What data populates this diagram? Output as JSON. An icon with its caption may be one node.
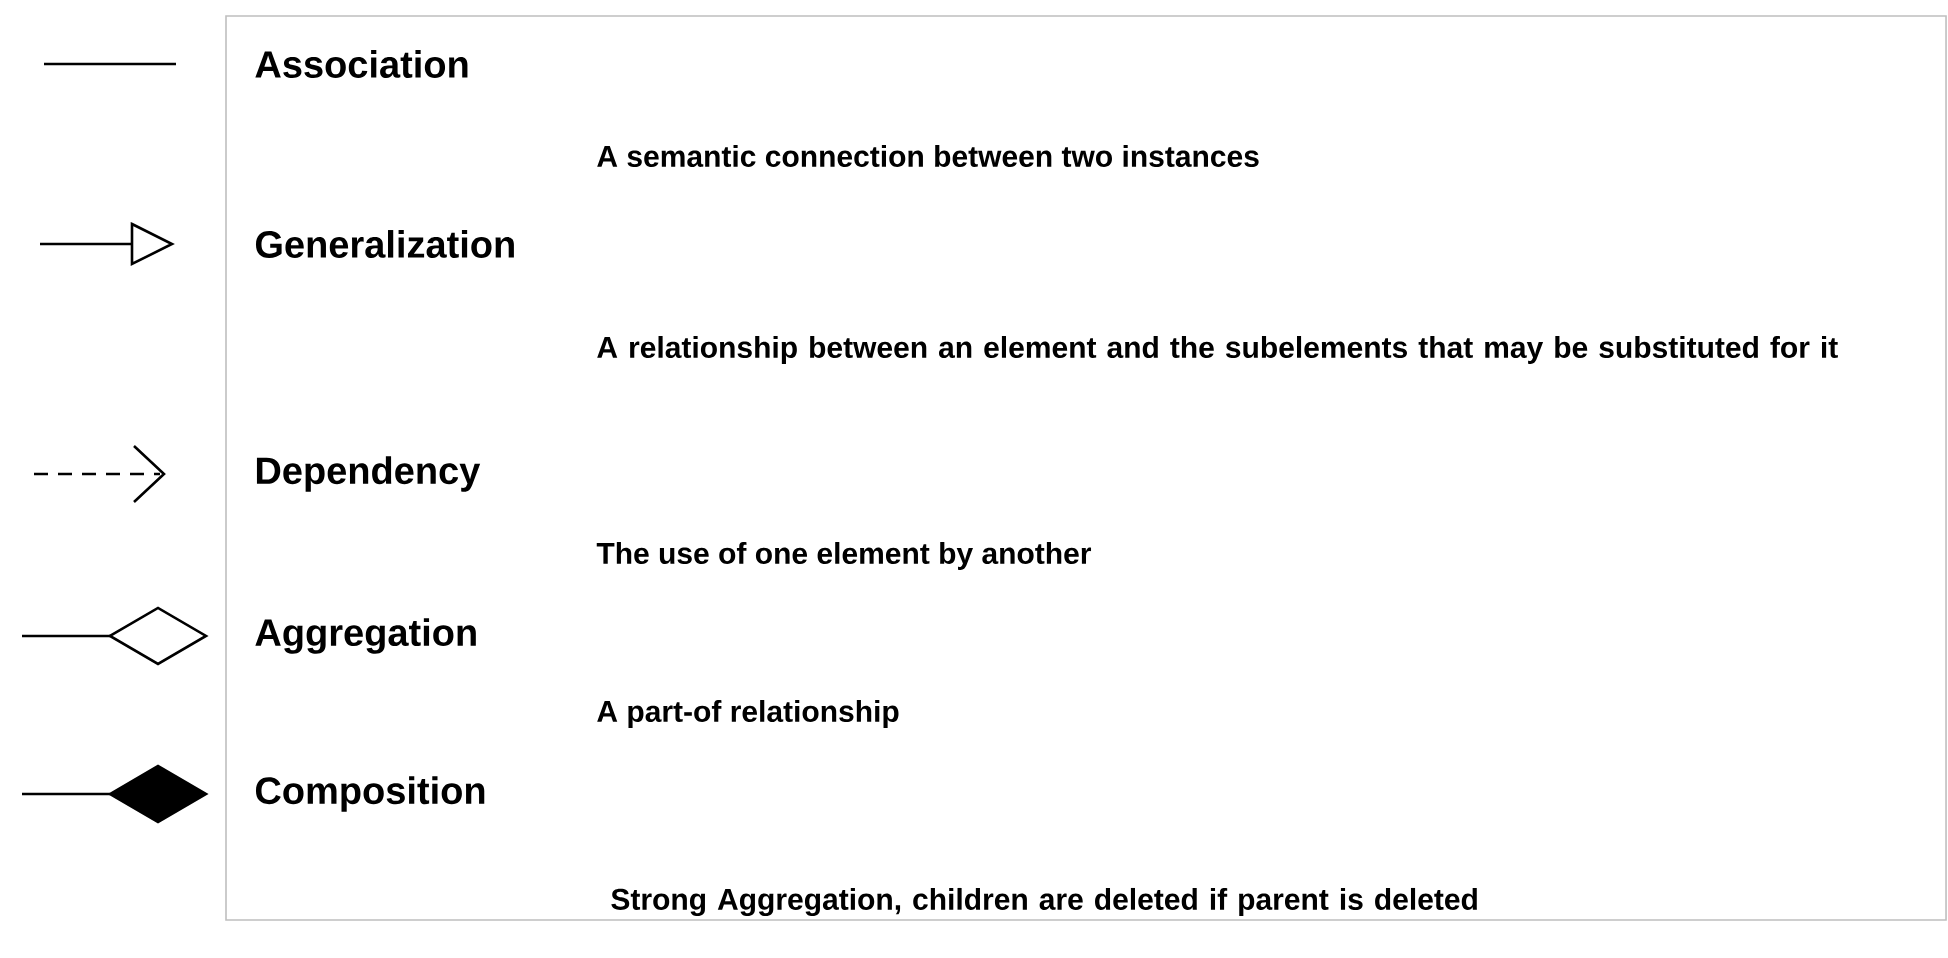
{
  "diagram": {
    "legend": [
      {
        "text": "Association"
      },
      {
        "text": "Generalization"
      },
      {
        "text": "Dependency"
      },
      {
        "text": "Aggregation"
      },
      {
        "text": "Composition"
      }
    ],
    "labels": [
      "A semantic connection between two instances",
      "A relationship between an element and the subelements that may be substituted for it",
      "The use of one element by another",
      "A part-of relationship",
      "Strong Aggregation, children are deleted if parent is deleted"
    ]
  }
}
